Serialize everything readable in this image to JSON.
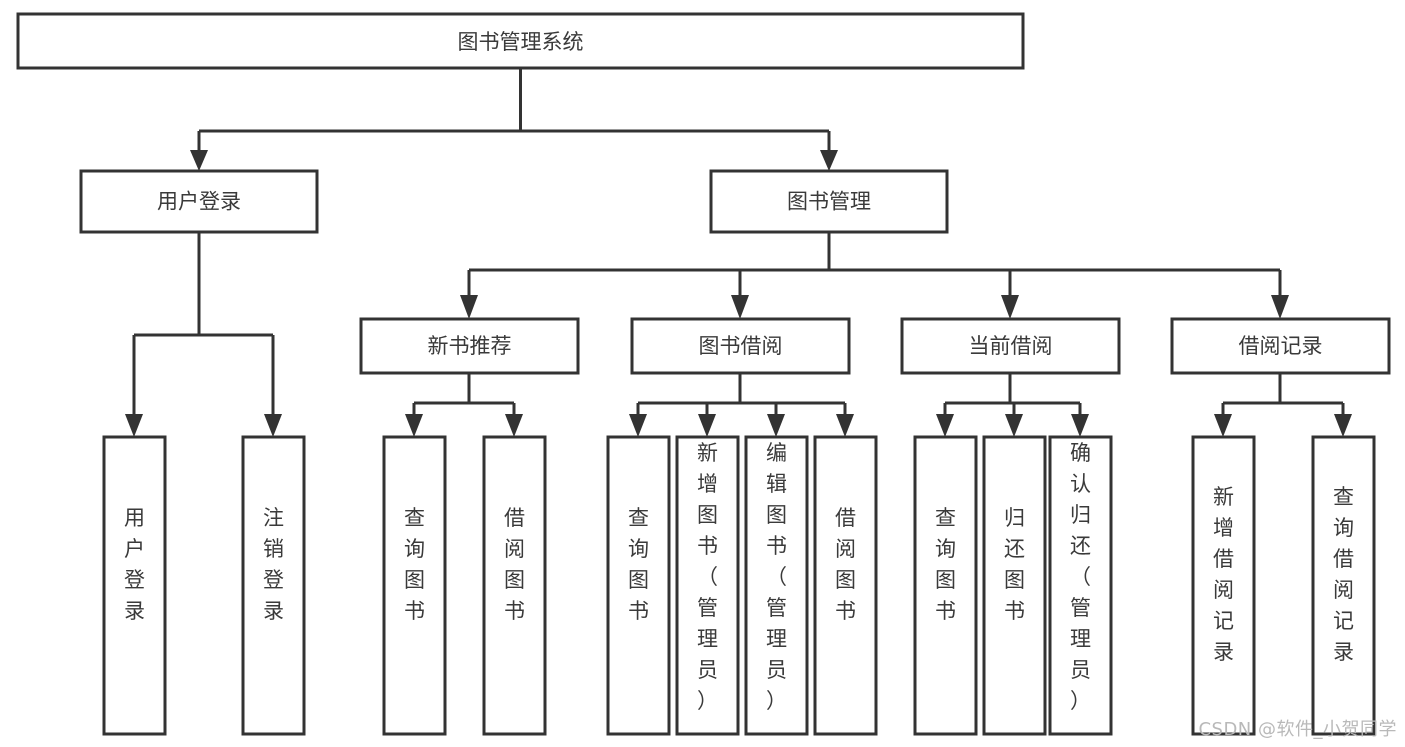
{
  "diagram": {
    "title": "图书管理系统",
    "type": "tree-hierarchy",
    "watermark": "CSDN @软件_小贺同学",
    "colors": {
      "box_fill": "#ffffff",
      "box_stroke": "#333333",
      "text": "#3a3a3a",
      "background": "#ffffff",
      "watermark": "#b9b9b9"
    },
    "root": {
      "label": "图书管理系统"
    },
    "level2": [
      {
        "label": "用户登录"
      },
      {
        "label": "图书管理"
      }
    ],
    "level3": [
      {
        "label": "新书推荐"
      },
      {
        "label": "图书借阅"
      },
      {
        "label": "当前借阅"
      },
      {
        "label": "借阅记录"
      }
    ],
    "leaves": {
      "user_login": [
        {
          "label": "用户登录"
        },
        {
          "label": "注销登录"
        }
      ],
      "new_book_recommend": [
        {
          "label": "查询图书"
        },
        {
          "label": "借阅图书"
        }
      ],
      "book_borrow": [
        {
          "label": "查询图书"
        },
        {
          "label": "新增图书（管理员）"
        },
        {
          "label": "编辑图书（管理员）"
        },
        {
          "label": "借阅图书"
        }
      ],
      "current_borrow": [
        {
          "label": "查询图书"
        },
        {
          "label": "归还图书"
        },
        {
          "label": "确认归还（管理员）"
        }
      ],
      "borrow_record": [
        {
          "label": "新增借阅记录"
        },
        {
          "label": "查询借阅记录"
        }
      ]
    }
  }
}
